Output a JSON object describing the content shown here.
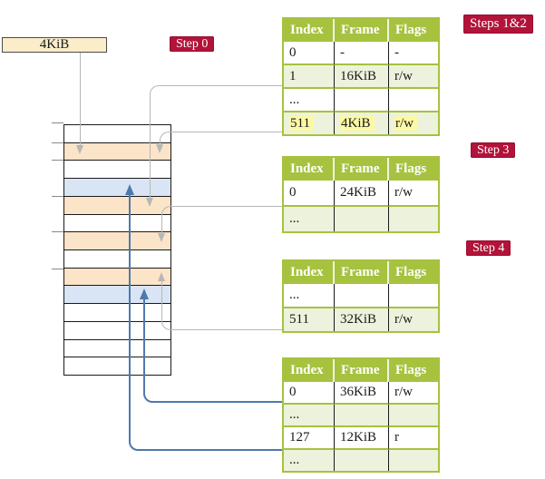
{
  "legend": {
    "page_size": "4KiB"
  },
  "badges": {
    "step0": "Step 0",
    "steps12": "Steps 1&2",
    "step3": "Step 3",
    "step4": "Step 4"
  },
  "colors": {
    "badge_crimson": "#b11339",
    "table_header_green": "#a6c23f",
    "table_row_green": "#edf2dc",
    "highlight_yellow": "#fcf9a5",
    "memory_peach": "#fce4c9",
    "memory_blue": "#d9e5f4",
    "legend_cream": "#fbedca",
    "gray_arrow": "#b6b6b6",
    "blue_arrow": "#4d79ad"
  },
  "memory": {
    "rows": [
      "white",
      "peach",
      "white",
      "blue",
      "peach",
      "white",
      "peach",
      "white",
      "peach",
      "blue",
      "white",
      "white",
      "white",
      "white"
    ]
  },
  "tables": [
    {
      "title": "page table (steps 1&2)",
      "headers": [
        "Index",
        "Frame",
        "Flags"
      ],
      "rows": [
        {
          "cells": [
            "0",
            "-",
            "-"
          ],
          "shaded": false,
          "highlight": false
        },
        {
          "cells": [
            "1",
            "16KiB",
            "r/w"
          ],
          "shaded": true,
          "highlight": false
        },
        {
          "cells": [
            "...",
            "",
            ""
          ],
          "shaded": false,
          "highlight": false
        },
        {
          "cells": [
            "511",
            "4KiB",
            "r/w"
          ],
          "shaded": true,
          "highlight": true
        }
      ]
    },
    {
      "title": "page table (step 3)",
      "headers": [
        "Index",
        "Frame",
        "Flags"
      ],
      "rows": [
        {
          "cells": [
            "0",
            "24KiB",
            "r/w"
          ],
          "shaded": false,
          "highlight": false
        },
        {
          "cells": [
            "...",
            "",
            ""
          ],
          "shaded": true,
          "highlight": false
        }
      ]
    },
    {
      "title": "page table (step 4)",
      "headers": [
        "Index",
        "Frame",
        "Flags"
      ],
      "rows": [
        {
          "cells": [
            "...",
            "",
            ""
          ],
          "shaded": false,
          "highlight": false
        },
        {
          "cells": [
            "511",
            "32KiB",
            "r/w"
          ],
          "shaded": true,
          "highlight": false
        }
      ]
    },
    {
      "title": "final page table",
      "headers": [
        "Index",
        "Frame",
        "Flags"
      ],
      "rows": [
        {
          "cells": [
            "0",
            "36KiB",
            "r/w"
          ],
          "shaded": false,
          "highlight": false
        },
        {
          "cells": [
            "...",
            "",
            ""
          ],
          "shaded": true,
          "highlight": false
        },
        {
          "cells": [
            "127",
            "12KiB",
            "r"
          ],
          "shaded": false,
          "highlight": false
        },
        {
          "cells": [
            "...",
            "",
            ""
          ],
          "shaded": true,
          "highlight": false
        }
      ]
    }
  ]
}
